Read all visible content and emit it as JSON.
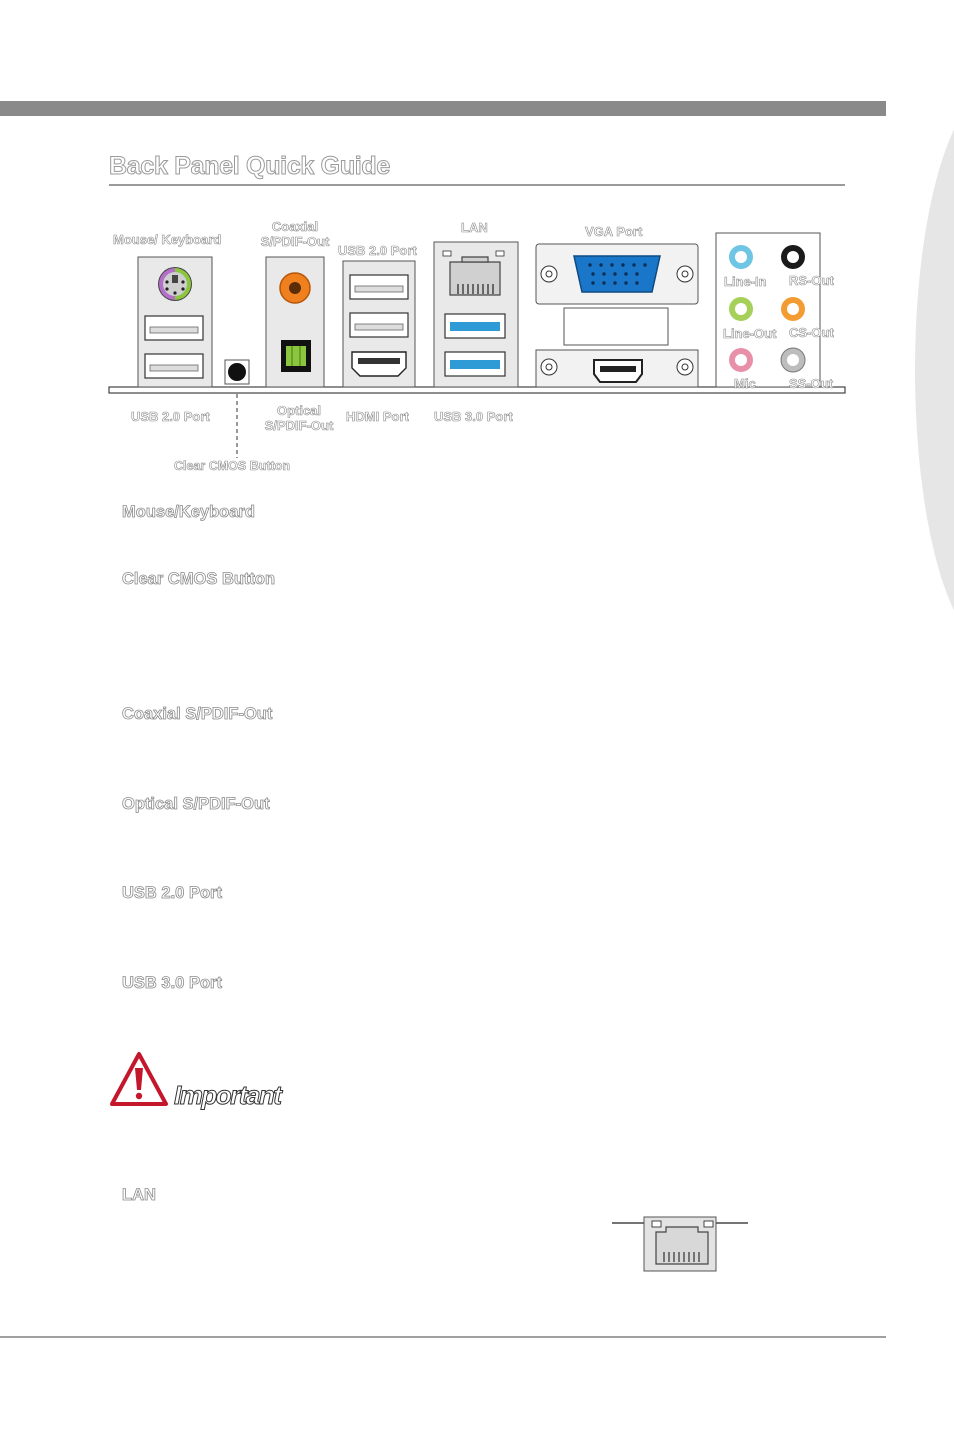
{
  "page": {
    "title": "Back Panel Quick Guide"
  },
  "diagram": {
    "labels": {
      "mouse_keyboard": "Mouse/ Keyboard",
      "coaxial_line1": "Coaxial",
      "coaxial_line2": "S/PDIF-Out",
      "usb20_top": "USB 2.0 Port",
      "lan": "LAN",
      "vga": "VGA Port",
      "usb20_bottom": "USB 2.0 Port",
      "optical_line1": "Optical",
      "optical_line2": "S/PDIF-Out",
      "hdmi": "HDMI Port",
      "usb30": "USB 3.0 Port",
      "clear_cmos": "Clear CMOS Button",
      "line_in": "Line-In",
      "rs_out": "RS-Out",
      "line_out": "Line-Out",
      "cs_out": "CS-Out",
      "mic": "Mic",
      "ss_out": "SS-Out"
    },
    "colors": {
      "ps2_purple": "#b46fc8",
      "ps2_green": "#8cc63f",
      "coaxial_orange": "#f07f1e",
      "optical_green": "#8cc63f",
      "usb3_blue": "#2e9ad6",
      "vga_blue": "#1a76c8",
      "line_in": "#6ec6e4",
      "line_out": "#a6d05a",
      "mic": "#e890a8",
      "rs_out": "#1a1a1a",
      "cs_out": "#f39c33",
      "ss_out": "#bdbdbd"
    }
  },
  "sections": [
    {
      "heading": "Mouse/Keyboard"
    },
    {
      "heading": "Clear CMOS Button"
    },
    {
      "heading": "Coaxial S/PDIF-Out"
    },
    {
      "heading": "Optical S/PDIF-Out"
    },
    {
      "heading": "USB 2.0 Port"
    },
    {
      "heading": "USB 3.0 Port"
    }
  ],
  "important": {
    "label": "Important"
  },
  "lan_section": {
    "heading": "LAN"
  }
}
